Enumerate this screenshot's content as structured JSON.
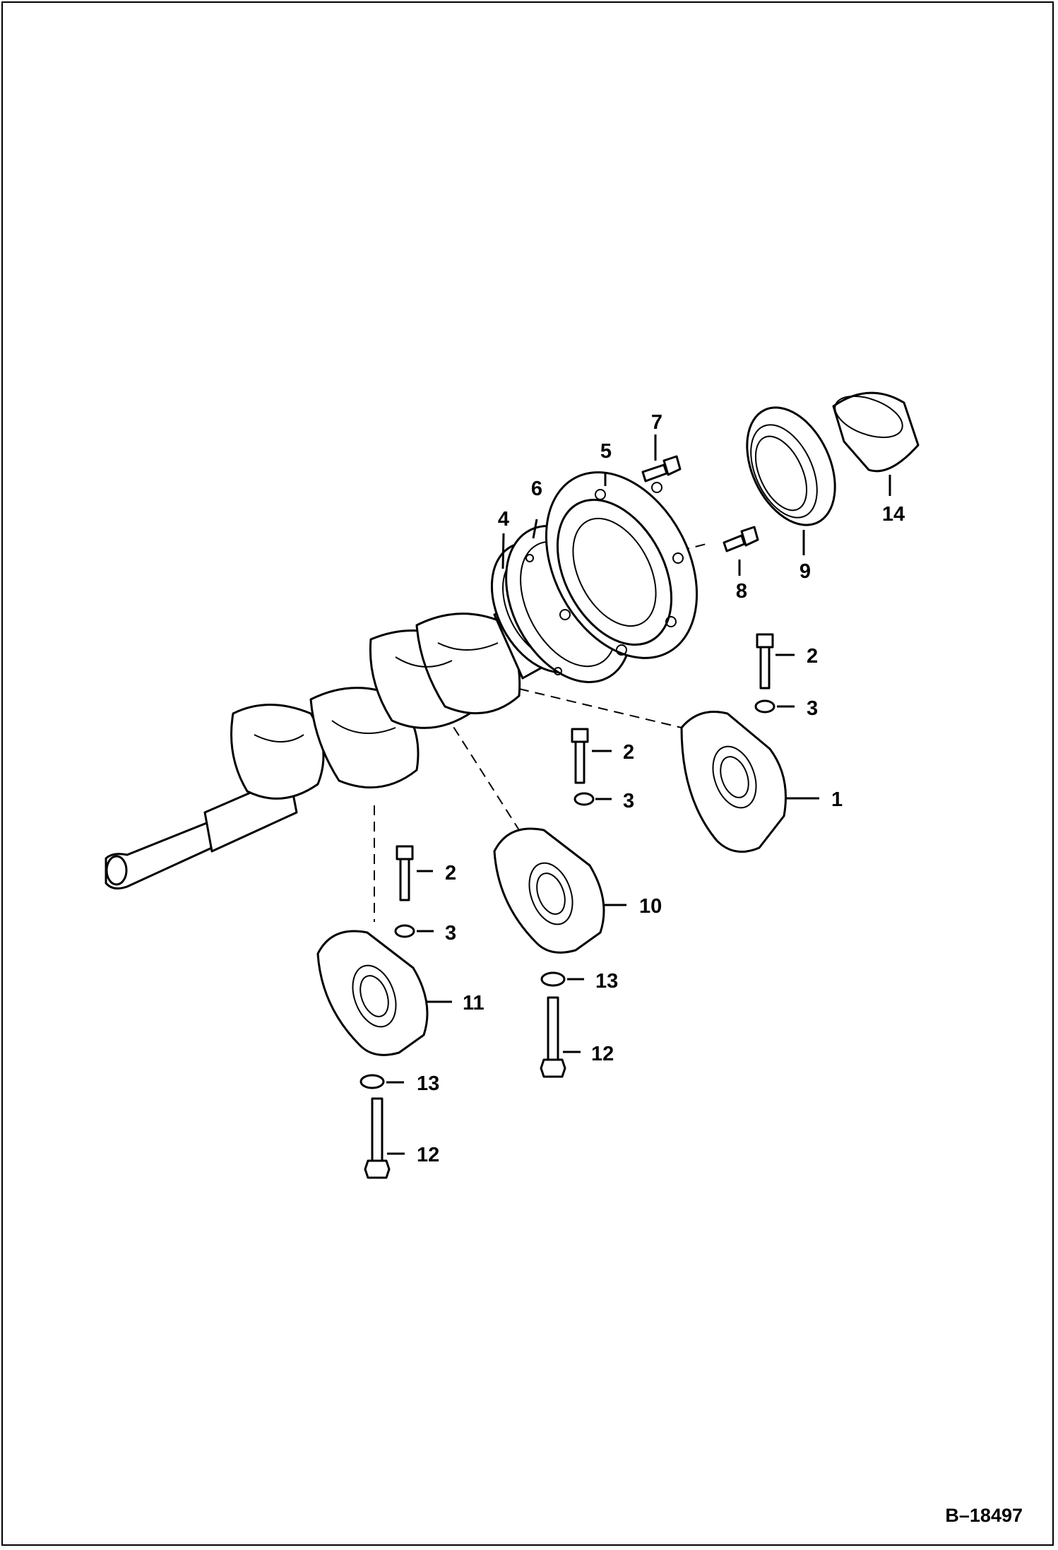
{
  "diagram": {
    "reference_code": "B–18497",
    "callouts": [
      {
        "id": "c1",
        "text": "1"
      },
      {
        "id": "c2a",
        "text": "2"
      },
      {
        "id": "c2b",
        "text": "2"
      },
      {
        "id": "c2c",
        "text": "2"
      },
      {
        "id": "c3a",
        "text": "3"
      },
      {
        "id": "c3b",
        "text": "3"
      },
      {
        "id": "c3c",
        "text": "3"
      },
      {
        "id": "c4",
        "text": "4"
      },
      {
        "id": "c5",
        "text": "5"
      },
      {
        "id": "c6",
        "text": "6"
      },
      {
        "id": "c7",
        "text": "7"
      },
      {
        "id": "c8",
        "text": "8"
      },
      {
        "id": "c9",
        "text": "9"
      },
      {
        "id": "c10",
        "text": "10"
      },
      {
        "id": "c11",
        "text": "11"
      },
      {
        "id": "c12a",
        "text": "12"
      },
      {
        "id": "c12b",
        "text": "12"
      },
      {
        "id": "c13a",
        "text": "13"
      },
      {
        "id": "c13b",
        "text": "13"
      },
      {
        "id": "c14",
        "text": "14"
      }
    ]
  }
}
